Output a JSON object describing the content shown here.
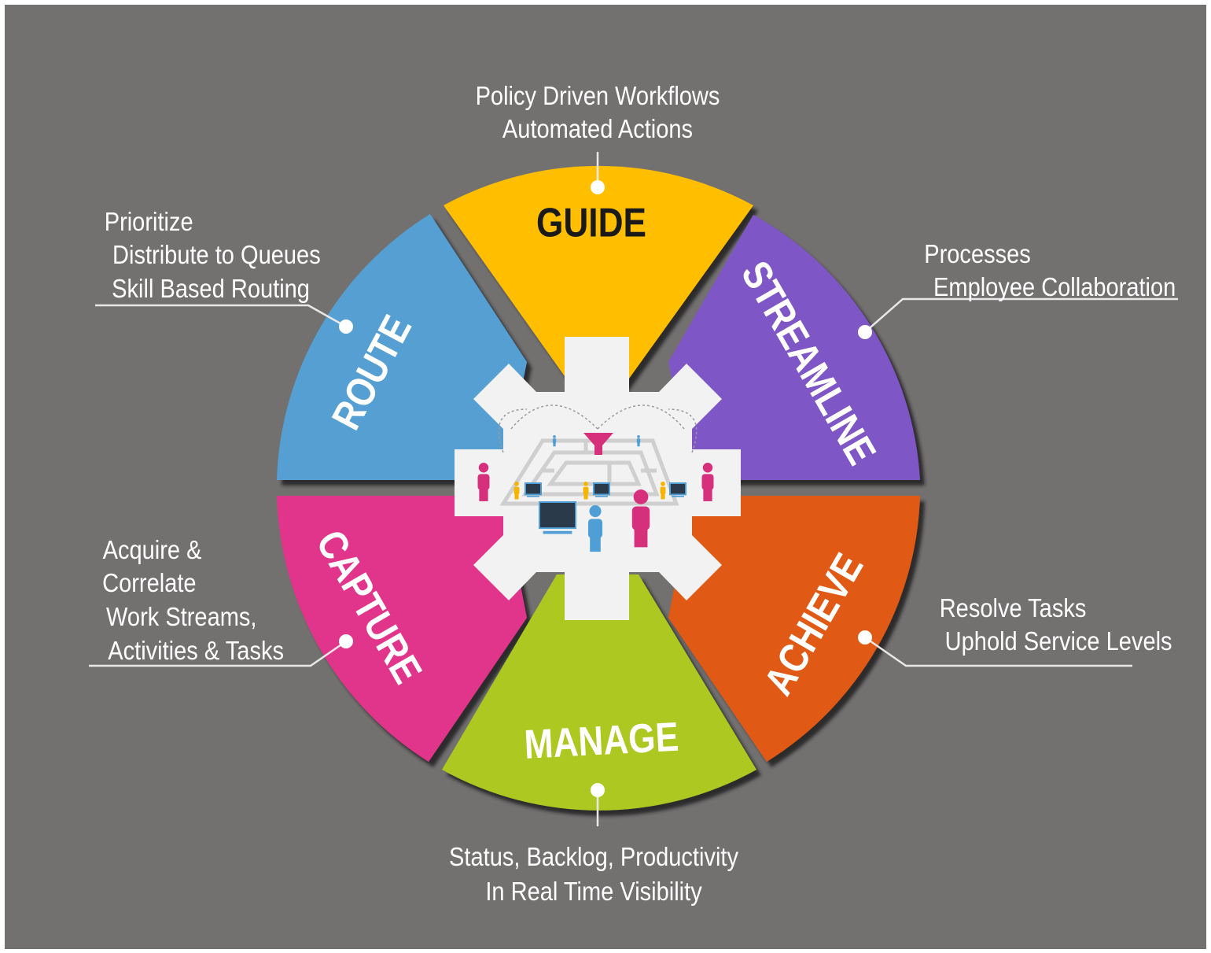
{
  "colors": {
    "background": "#737070",
    "guide": "#FFBF00",
    "streamline": "#7E57C6",
    "achieve": "#E05A12",
    "manage": "#AEC823",
    "capture": "#E0358A",
    "route": "#559FD3",
    "hub": "#F2F2F2",
    "shadow": "#2A2A2A",
    "callout_line": "#E8E8E8",
    "figure_pink": "#D6307D",
    "figure_blue": "#4F9FD6",
    "figure_yellow": "#F5B400"
  },
  "segments": [
    {
      "id": "guide",
      "label": "GUIDE",
      "label_color": "#1A1A1A",
      "callout": [
        "Policy Driven Workflows",
        "Automated Actions"
      ]
    },
    {
      "id": "streamline",
      "label": "STREAMLINE",
      "label_color": "#FFFFFF",
      "callout": [
        "Processes",
        "Employee Collaboration"
      ]
    },
    {
      "id": "achieve",
      "label": "ACHIEVE",
      "label_color": "#FFFFFF",
      "callout": [
        "Resolve Tasks",
        "Uphold Service Levels"
      ]
    },
    {
      "id": "manage",
      "label": "MANAGE",
      "label_color": "#FFFFFF",
      "callout": [
        "Status, Backlog, Productivity",
        "In Real Time Visibility"
      ]
    },
    {
      "id": "capture",
      "label": "CAPTURE",
      "label_color": "#FFFFFF",
      "callout": [
        "Acquire &",
        "Correlate",
        "Work Streams,",
        "Activities & Tasks"
      ]
    },
    {
      "id": "route",
      "label": "ROUTE",
      "label_color": "#FFFFFF",
      "callout": [
        "Prioritize",
        "Distribute to Queues",
        "Skill Based Routing"
      ]
    }
  ],
  "hub": {
    "icon": "workflow-maze-icon"
  }
}
